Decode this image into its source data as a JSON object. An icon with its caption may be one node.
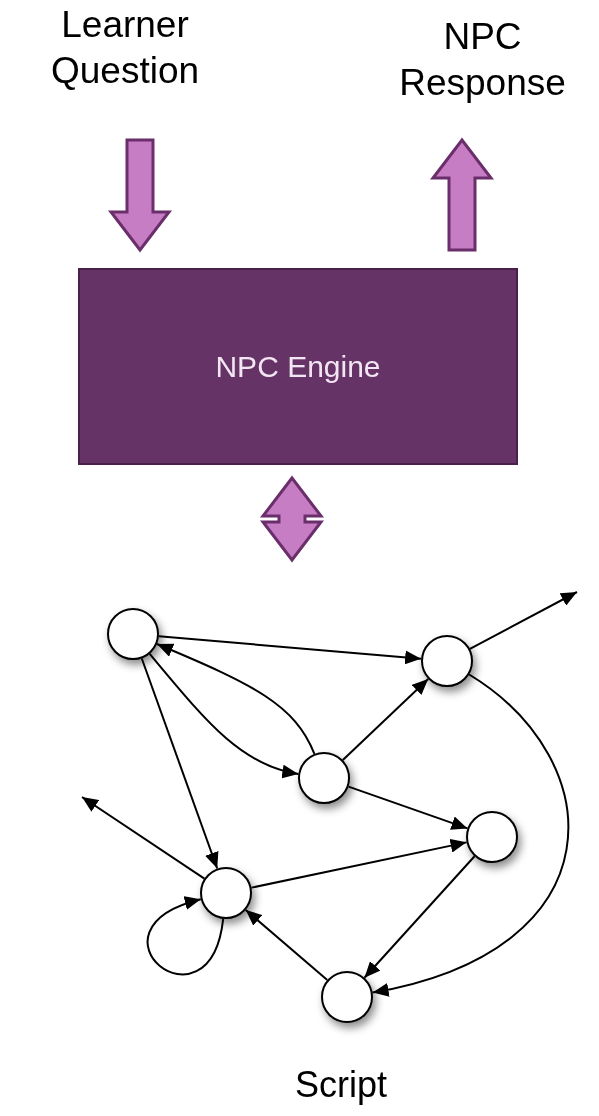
{
  "diagram": {
    "nodes": [
      {
        "text": [
          "Learner Question"
        ]
      },
      {
        "text": [
          "NPC Response"
        ]
      },
      {
        "text": [
          "NPC Engine"
        ]
      },
      {
        "text": [
          "Script"
        ]
      },
      {
        "text": [],
        "shape": "circle",
        "in": 3
      },
      {
        "text": [],
        "shape": "circle",
        "in": 3
      },
      {
        "text": [],
        "shape": "circle",
        "in": 3
      },
      {
        "text": [],
        "shape": "circle",
        "in": 3
      },
      {
        "text": [],
        "shape": "circle",
        "in": 3
      },
      {
        "text": [],
        "shape": "circle",
        "in": 3
      }
    ],
    "edges": [
      {
        "from": 0,
        "to": 2,
        "arrow": "to",
        "style": "thick",
        "color": "#c77dc4"
      },
      {
        "from": 2,
        "to": 1,
        "arrow": "to",
        "style": "thick",
        "color": "#c77dc4"
      },
      {
        "from": 2,
        "to": 3,
        "arrow": "both",
        "style": "thick",
        "color": "#c77dc4"
      },
      {
        "from": 4,
        "to": 5,
        "arrow": "to"
      },
      {
        "from": 6,
        "to": 4,
        "arrow": "to"
      },
      {
        "from": 4,
        "to": 6,
        "arrow": "to"
      },
      {
        "from": 6,
        "to": 5,
        "arrow": "to"
      },
      {
        "from": 4,
        "to": 8,
        "arrow": "to"
      },
      {
        "from": 6,
        "to": 7,
        "arrow": "to"
      },
      {
        "from": 8,
        "to": 7,
        "arrow": "to"
      },
      {
        "from": 7,
        "to": 9,
        "arrow": "to"
      },
      {
        "from": 9,
        "to": 8,
        "arrow": "to"
      },
      {
        "from": 5,
        "to": 9,
        "arrow": "to"
      },
      {
        "from": 8,
        "to": 8,
        "arrow": "to"
      },
      {
        "from": 5,
        "to": null,
        "arrow": "to"
      },
      {
        "from": 8,
        "to": null,
        "arrow": "to"
      }
    ]
  }
}
